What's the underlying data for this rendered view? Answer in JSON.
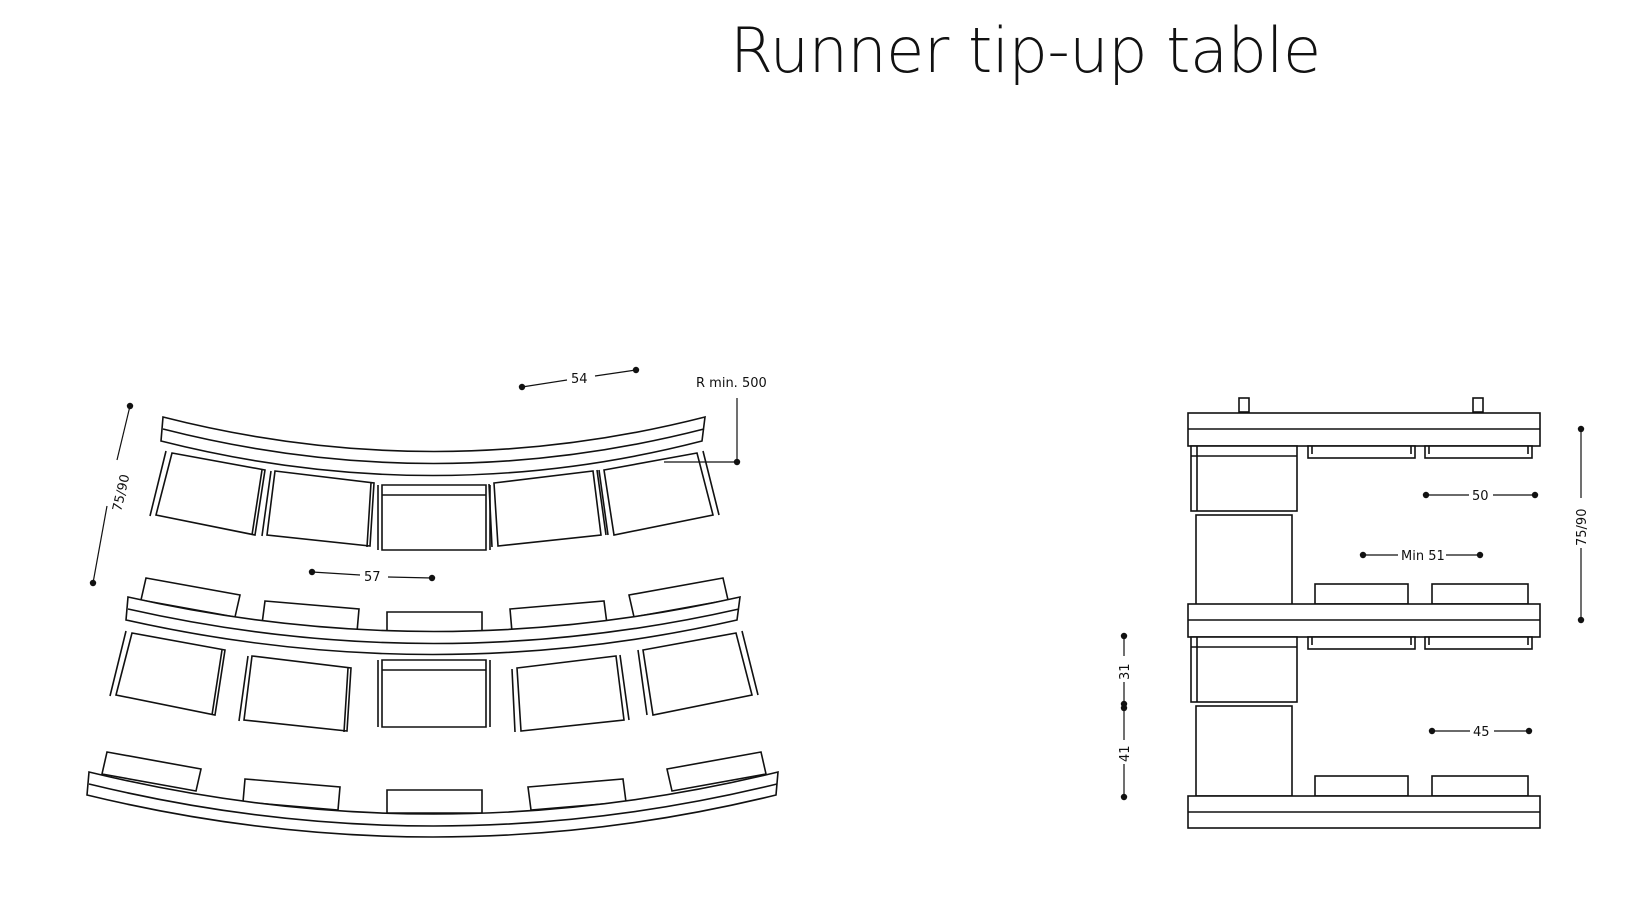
{
  "title": "Runner tip-up table",
  "labels": {
    "radius": "R min. 500",
    "width_top": "54",
    "width_mid": "57",
    "height_left": "75/90",
    "height_right": "75/90",
    "spacing_50": "50",
    "spacing_min51": "Min 51",
    "spacing_45": "45",
    "seat_31": "31",
    "seat_41": "41"
  },
  "colors": {
    "line": "#111111",
    "background": "#ffffff"
  }
}
